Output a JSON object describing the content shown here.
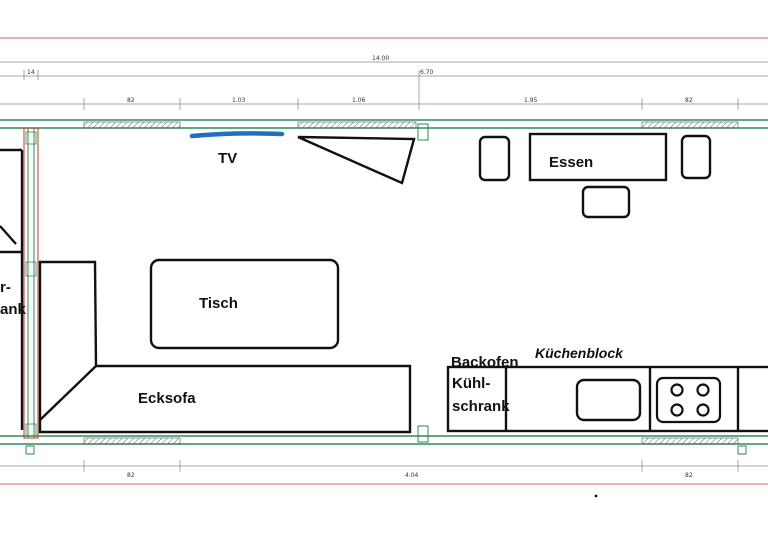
{
  "dimensions": {
    "total": "14.00",
    "left_small": "14",
    "inner": "6.70",
    "top_segments": [
      "82",
      "1.03",
      "1.06",
      "1.95",
      "82"
    ],
    "bottom_segments": [
      "82",
      "4.04",
      "82"
    ]
  },
  "labels": {
    "tv": "TV",
    "essen": "Essen",
    "tisch": "Tisch",
    "left_partial_1": "r-",
    "left_partial_2": "ank",
    "ecksofa": "Ecksofa",
    "backofen": "Backofen",
    "kuehl_1": "Kühl-",
    "kuehl_2": "schrank",
    "kuechenblock": "Küchenblock"
  },
  "colors": {
    "wall_green": "#2e8b57",
    "dim_red": "#c0392b",
    "tv_blue": "#1f6fc5",
    "furniture": "#111111",
    "dim_line": "#555555"
  }
}
